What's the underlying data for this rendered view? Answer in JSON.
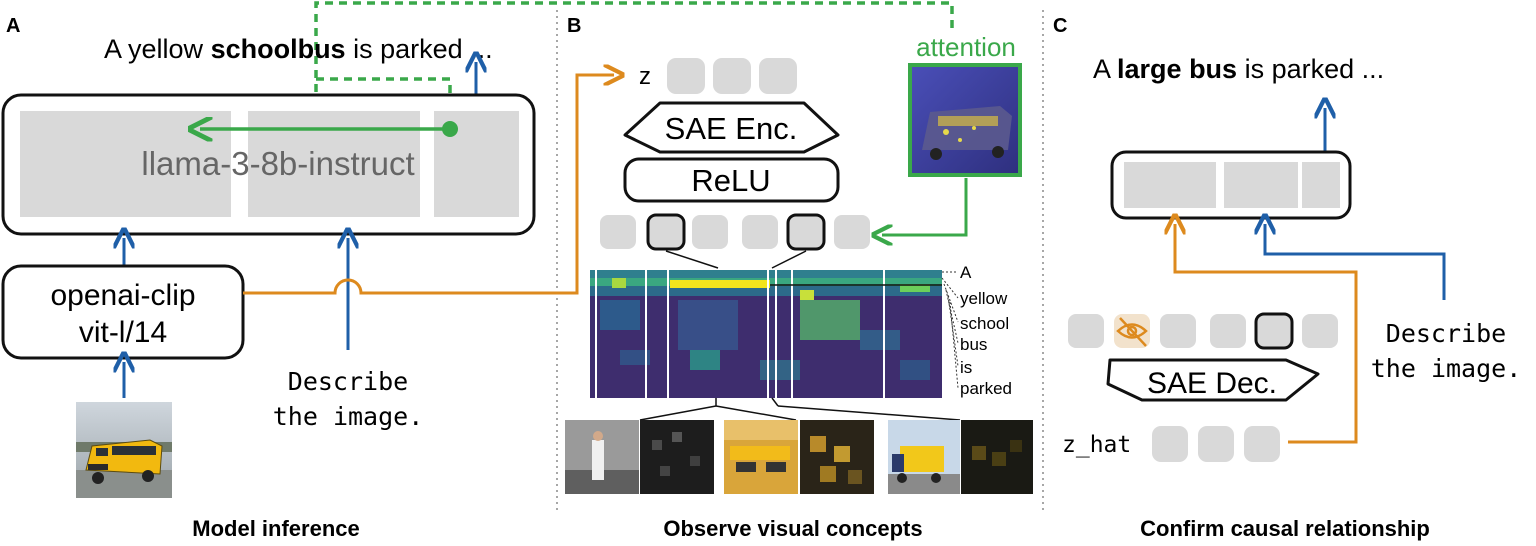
{
  "colors": {
    "blue": "#1f5fa8",
    "orange": "#dd8a1e",
    "green": "#3aa84a",
    "box_gray": "#d9d9d9",
    "dark_text": "#222222"
  },
  "panel_a": {
    "letter": "A",
    "caption": "Model inference",
    "output_text": {
      "prefix": "A yellow ",
      "bold": "schoolbus",
      "suffix": " is parked  ..."
    },
    "llm_label": "llama-3-8b-instruct",
    "clip_label_line1": "openai-clip",
    "clip_label_line2": "vit-l/14",
    "prompt_line1": "Describe",
    "prompt_line2": "the image.",
    "image_icon": "school-bus-photo"
  },
  "panel_b": {
    "letter": "B",
    "caption": "Observe visual concepts",
    "z_label": "z",
    "encoder_label": "SAE Enc.",
    "relu_label": "ReLU",
    "attention_label": "attention",
    "tokens": [
      "A",
      "yellow",
      "school",
      "bus",
      "is",
      "parked"
    ]
  },
  "panel_c": {
    "letter": "C",
    "caption": "Confirm causal relationship",
    "output_text": {
      "prefix": "A ",
      "bold": "large bus",
      "suffix": " is parked ..."
    },
    "decoder_label": "SAE Dec.",
    "zhat_label": "z_hat",
    "prompt_line1": "Describe",
    "prompt_line2": "the image.",
    "ablation_icon": "eye-slash-icon"
  }
}
